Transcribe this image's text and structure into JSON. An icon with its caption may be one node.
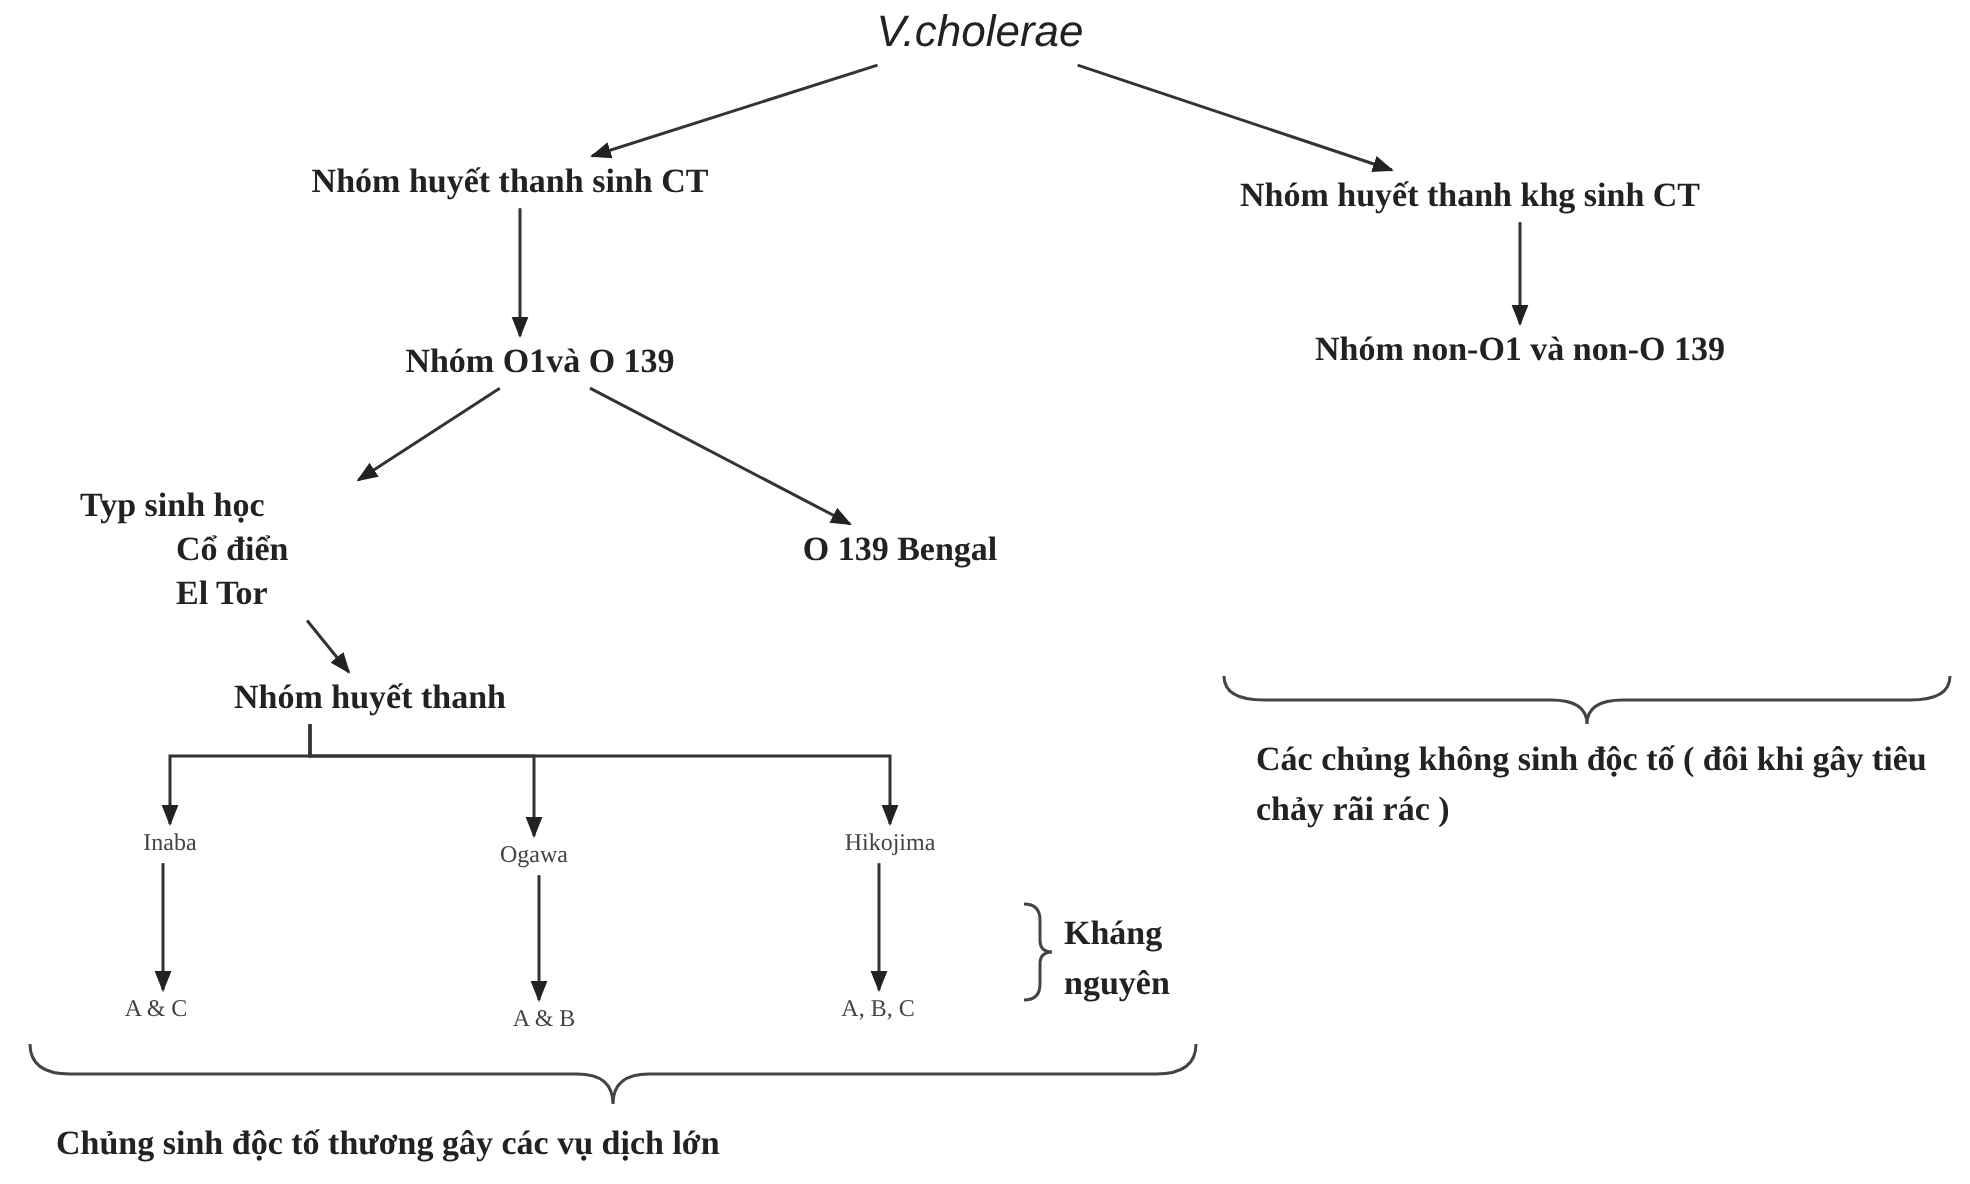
{
  "diagram": {
    "nodes": [
      {
        "text": [
          "V.cholerae"
        ]
      },
      {
        "text": [
          "Nhóm huyết thanh sinh CT"
        ]
      },
      {
        "text": [
          "Nhóm huyết thanh khg sinh CT"
        ]
      },
      {
        "text": [
          "Nhóm O1và O 139"
        ]
      },
      {
        "text": [
          "Nhóm non-O1 và non-O 139"
        ]
      },
      {
        "text": [
          "Typ sinh học",
          "Cổ điển",
          "El Tor"
        ]
      },
      {
        "text": [
          "O 139 Bengal"
        ]
      },
      {
        "text": [
          "Nhóm huyết thanh"
        ]
      },
      {
        "text": [
          "Inaba"
        ]
      },
      {
        "text": [
          "Ogawa"
        ]
      },
      {
        "text": [
          "Hikojima"
        ]
      },
      {
        "text": [
          "A & C"
        ]
      },
      {
        "text": [
          "A & B"
        ]
      },
      {
        "text": [
          "A, B, C"
        ]
      }
    ],
    "edges": [
      {
        "from": 0,
        "to": 1,
        "arrow": "to"
      },
      {
        "from": 0,
        "to": 2,
        "arrow": "to"
      },
      {
        "from": 1,
        "to": 3,
        "arrow": "to"
      },
      {
        "from": 2,
        "to": 4,
        "arrow": "to"
      },
      {
        "from": 3,
        "to": 5,
        "arrow": "to"
      },
      {
        "from": 3,
        "to": 6,
        "arrow": "to"
      },
      {
        "from": 5,
        "to": 7,
        "arrow": "to"
      },
      {
        "from": 7,
        "to": 8,
        "arrow": "to"
      },
      {
        "from": 7,
        "to": 9,
        "arrow": "to"
      },
      {
        "from": 7,
        "to": 10,
        "arrow": "to"
      },
      {
        "from": 8,
        "to": 11,
        "arrow": "to"
      },
      {
        "from": 9,
        "to": 12,
        "arrow": "to"
      },
      {
        "from": 10,
        "to": 13,
        "arrow": "to"
      }
    ],
    "labels": [
      "Kháng nguyên",
      "Các chủng không sinh độc tố ( đôi khi gây tiêu chảy rãi rác )",
      "Chủng sinh độc tố thương gây các vụ dịch lớn"
    ]
  }
}
